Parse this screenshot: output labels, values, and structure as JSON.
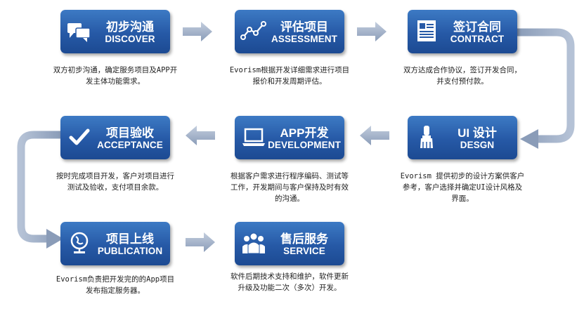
{
  "steps": [
    {
      "zh": "初步沟通",
      "en": "DISCOVER",
      "icon": "chat-bubbles-icon",
      "desc": "双方初步沟通，确定服务项目及APP开发主体功能需求。"
    },
    {
      "zh": "评估项目",
      "en": "ASSESSMENT",
      "icon": "line-graph-icon",
      "desc": "Evorism根据开发详细需求进行项目报价和开发周期评估。"
    },
    {
      "zh": "签订合同",
      "en": "CONTRACT",
      "icon": "document-icon",
      "desc": "双方达成合作协议，签订开发合同，并支付预付款。"
    },
    {
      "zh": "UI 设计",
      "en": "DESGN",
      "icon": "paint-brush-icon",
      "desc": "Evorism 提供初步的设计方案供客户参考，客户选择并确定UI设计风格及界面。"
    },
    {
      "zh": "APP开发",
      "en": "DEVELOPMENT",
      "icon": "laptop-icon",
      "desc": "根据客户需求进行程序编码、测试等工作，开发期间与客户保持及时有效的沟通。"
    },
    {
      "zh": "项目验收",
      "en": "ACCEPTANCE",
      "icon": "checkmark-icon",
      "desc": "按时完成项目开发，客户对项目进行测试及验收，支付项目余款。"
    },
    {
      "zh": "项目上线",
      "en": "PUBLICATION",
      "icon": "globe-icon",
      "desc": "Evorism负责把开发完的的App项目发布指定服务器。"
    },
    {
      "zh": "售后服务",
      "en": "SERVICE",
      "icon": "people-icon",
      "desc": "软件后期技术支持和维护，软件更新升级及功能二次（多次）开发。"
    }
  ],
  "colors": {
    "box_top": "#3d7ac4",
    "box_bottom": "#1c4a92",
    "arrow": "#9fb0c8",
    "text": "#222222"
  }
}
